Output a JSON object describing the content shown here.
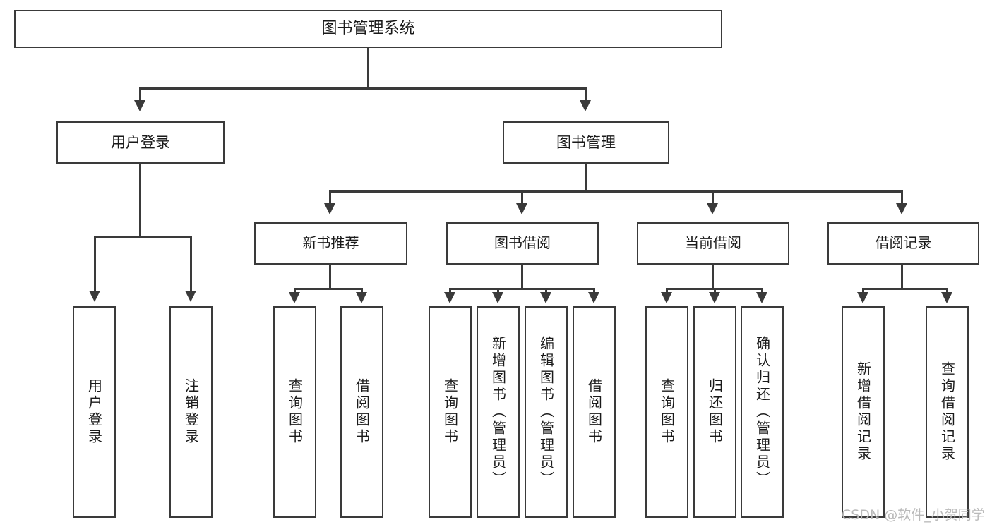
{
  "diagram": {
    "type": "tree-hierarchy-chart",
    "title": "图书管理系统",
    "root": {
      "label": "图书管理系统"
    },
    "level2": [
      {
        "label": "用户登录"
      },
      {
        "label": "图书管理"
      }
    ],
    "level3": [
      {
        "label": "新书推荐"
      },
      {
        "label": "图书借阅"
      },
      {
        "label": "当前借阅"
      },
      {
        "label": "借阅记录"
      }
    ],
    "leaves": {
      "user_login": [
        {
          "label": "用户登录"
        },
        {
          "label": "注销登录"
        }
      ],
      "new_book_recommend": [
        {
          "label": "查询图书"
        },
        {
          "label": "借阅图书"
        }
      ],
      "book_borrow": [
        {
          "label": "查询图书"
        },
        {
          "label": "新增图书（管理员）"
        },
        {
          "label": "编辑图书（管理员）"
        },
        {
          "label": "借阅图书"
        }
      ],
      "current_borrow": [
        {
          "label": "查询图书"
        },
        {
          "label": "归还图书"
        },
        {
          "label": "确认归还（管理员）"
        }
      ],
      "borrow_record": [
        {
          "label": "新增借阅记录"
        },
        {
          "label": "查询借阅记录"
        }
      ]
    },
    "watermark": "CSDN @软件_小贺同学",
    "colors": {
      "stroke": "#3a3a3a",
      "background": "#ffffff",
      "text": "#1a1a1a",
      "watermark": "#b9b9b9"
    }
  }
}
